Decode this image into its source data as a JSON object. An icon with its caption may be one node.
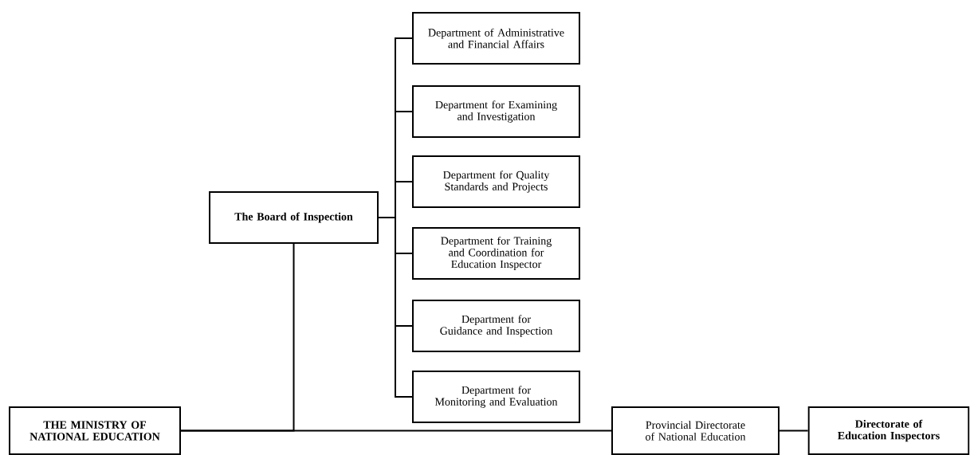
{
  "diagram": {
    "nodes": [
      {
        "text": [
          "THE MINISTRY OF NATIONAL EDUCATION"
        ]
      },
      {
        "text": [
          "The Board of Inspection"
        ]
      },
      {
        "text": [
          "Department of Administrative and Financial Affairs"
        ]
      },
      {
        "text": [
          "Department for Examining and Investigation"
        ]
      },
      {
        "text": [
          "Department for Quality Standards and Projects"
        ]
      },
      {
        "text": [
          "Department for Training and Coordination for Education Inspector"
        ]
      },
      {
        "text": [
          "Department for Guidance and Inspection"
        ]
      },
      {
        "text": [
          "Department for Monitoring and Evaluation"
        ]
      },
      {
        "text": [
          "Provincial Directorate of National Education"
        ]
      },
      {
        "text": [
          "Directorate of Education Inspectors"
        ]
      }
    ],
    "edges": [
      {
        "from": 0,
        "to": 1,
        "arrow": "none"
      },
      {
        "from": 1,
        "to": 2,
        "arrow": "none"
      },
      {
        "from": 1,
        "to": 3,
        "arrow": "none"
      },
      {
        "from": 1,
        "to": 4,
        "arrow": "none"
      },
      {
        "from": 1,
        "to": 5,
        "arrow": "none"
      },
      {
        "from": 1,
        "to": 6,
        "arrow": "none"
      },
      {
        "from": 1,
        "to": 7,
        "arrow": "none"
      },
      {
        "from": 0,
        "to": 8,
        "arrow": "none"
      },
      {
        "from": 8,
        "to": 9,
        "arrow": "none"
      }
    ]
  }
}
